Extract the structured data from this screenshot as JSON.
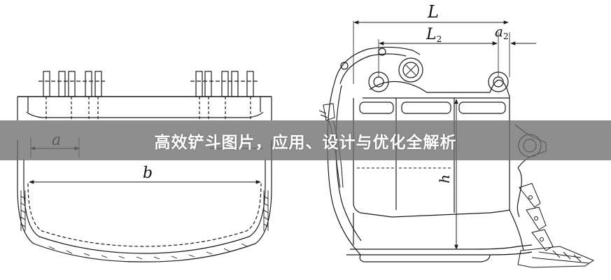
{
  "banner": {
    "title": "高效铲斗图片，应用、设计与优化全解析"
  },
  "front_view": {
    "dim_a": "a",
    "dim_b": "b"
  },
  "side_view": {
    "dim_L": "L",
    "dim_L2_main": "L",
    "dim_L2_sub": "2",
    "dim_a2_main": "a",
    "dim_a2_sub": "2",
    "dim_h": "h"
  },
  "colors": {
    "line": "#1a1a1a",
    "banner": "#6e6e6e",
    "banner_text": "#ffffff"
  }
}
